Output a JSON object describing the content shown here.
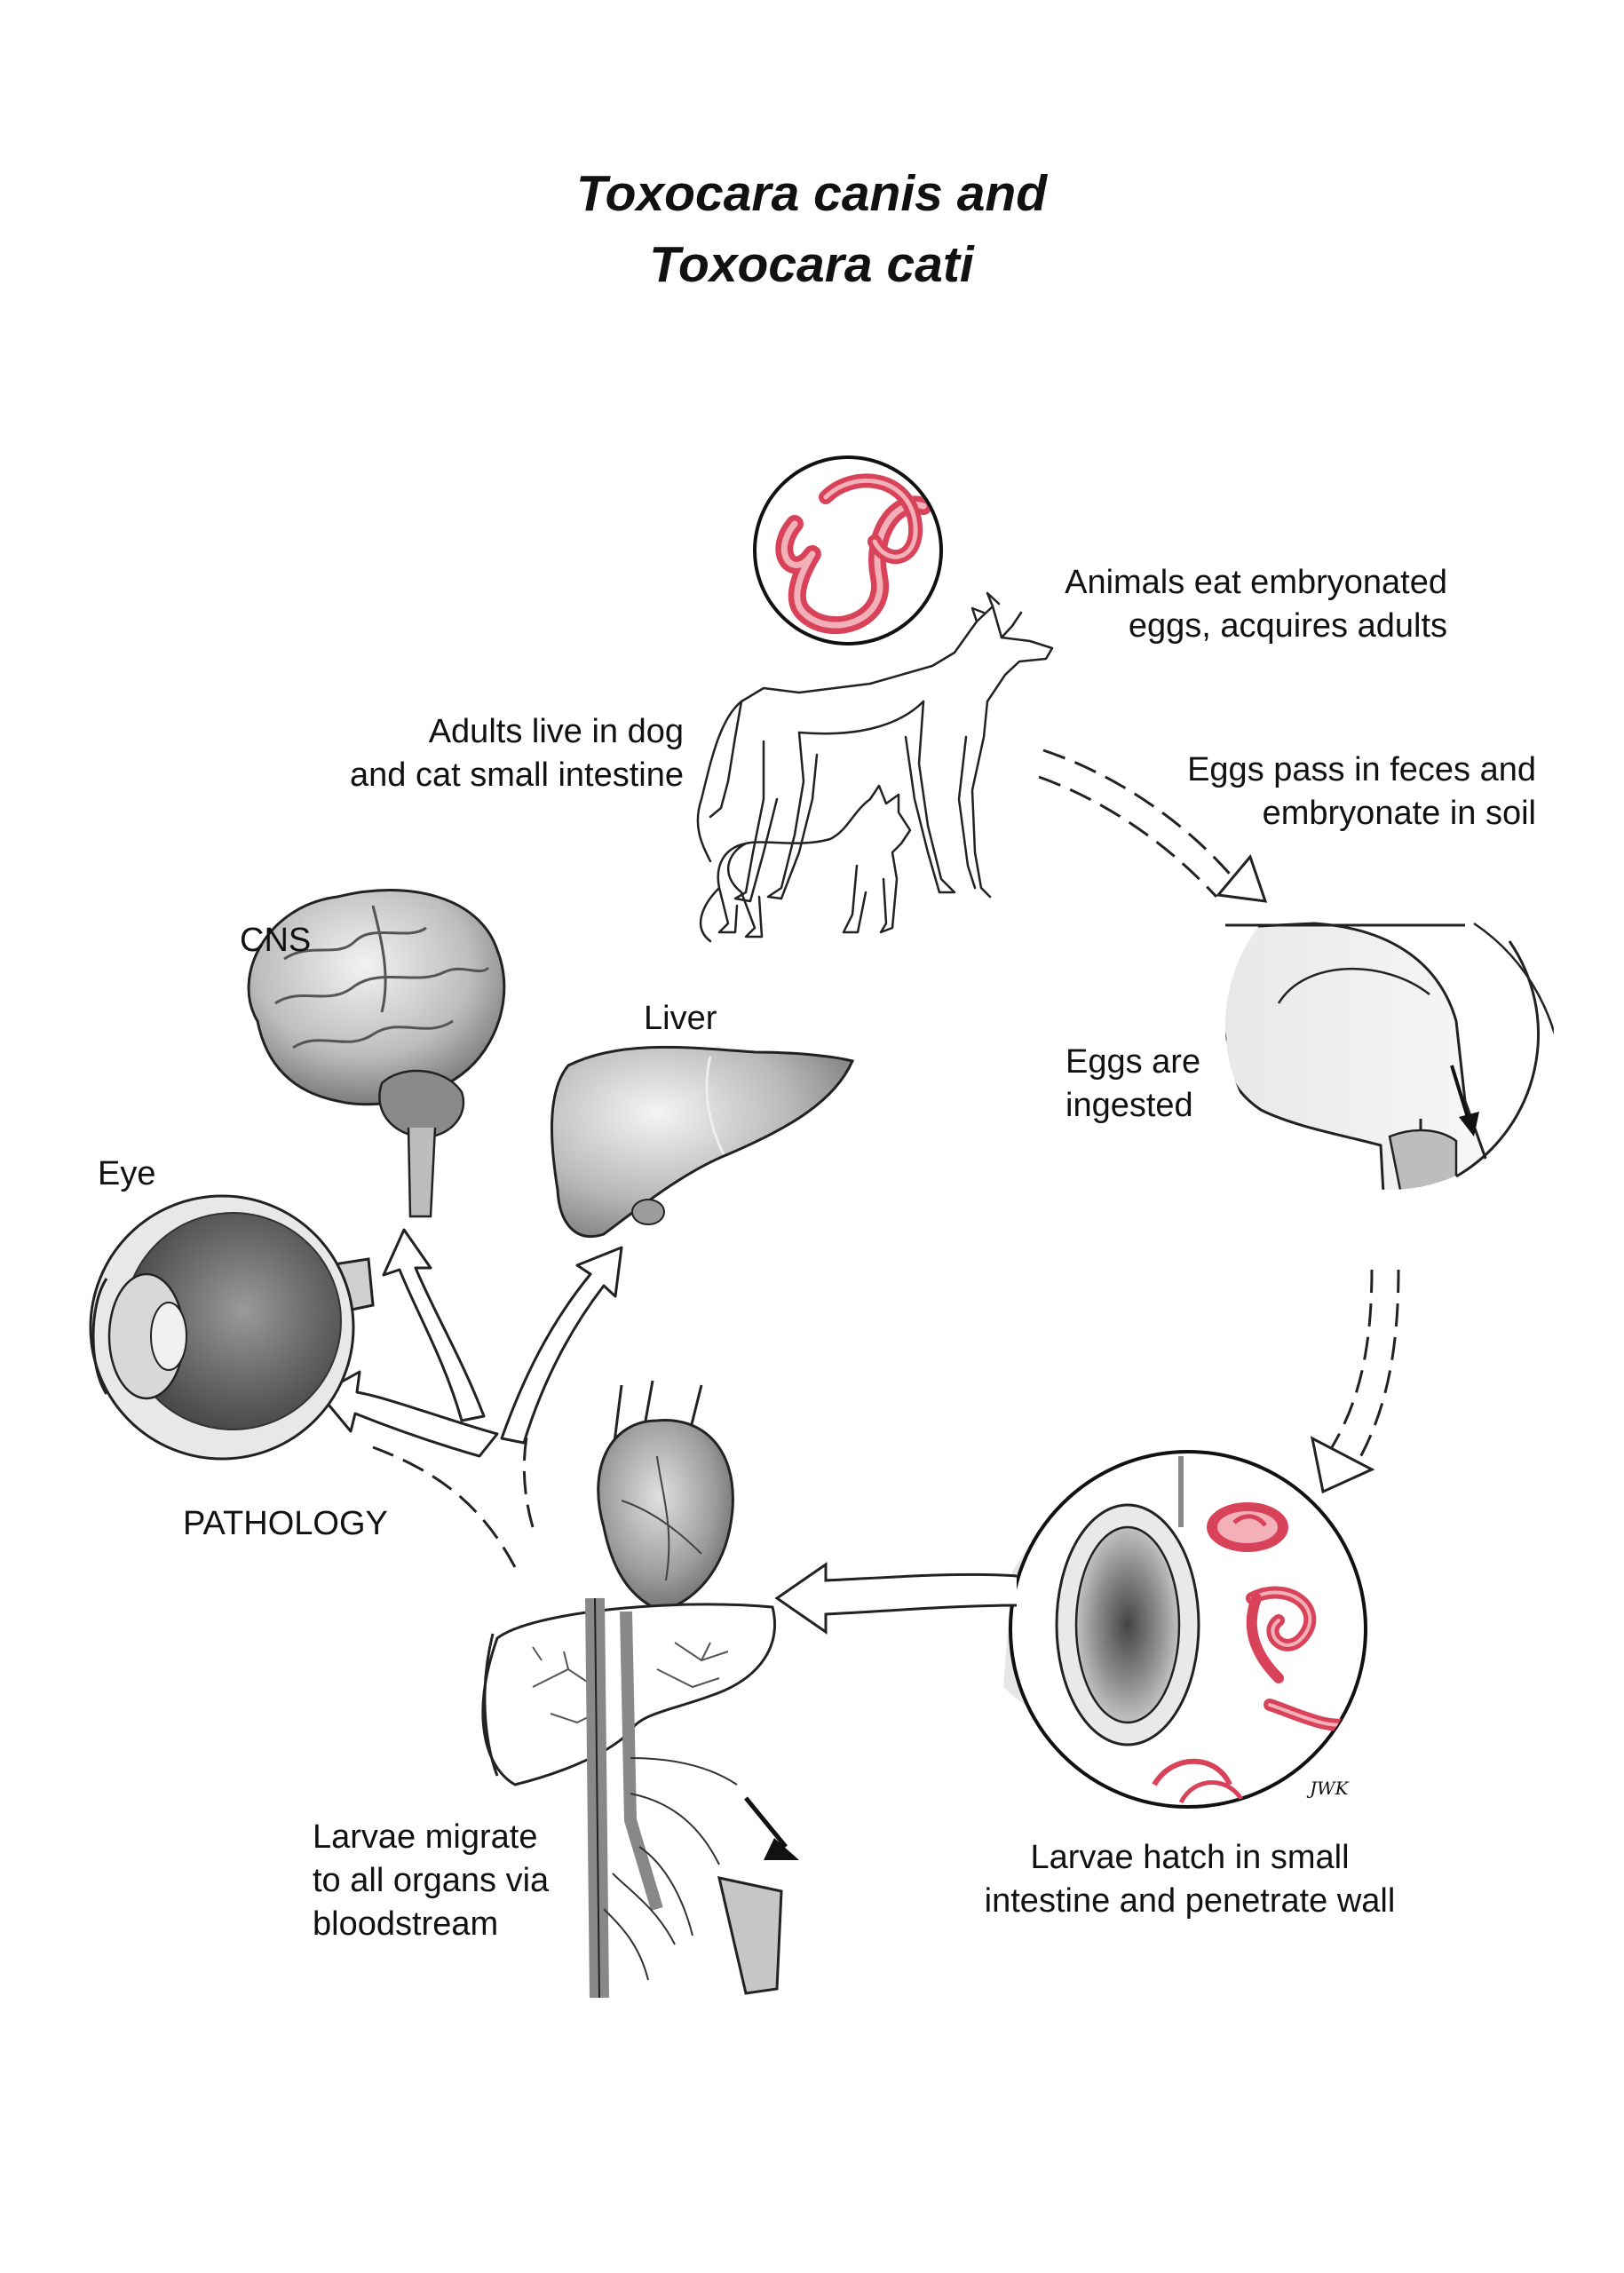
{
  "title": {
    "line1": "Toxocara canis and",
    "line2": "Toxocara cati"
  },
  "labels": {
    "animals_eat": {
      "line1": "Animals eat embryonated",
      "line2": "eggs, acquires adults"
    },
    "adults_live": {
      "line1": "Adults live in dog",
      "line2": "and cat small intestine"
    },
    "eggs_pass": {
      "line1": "Eggs pass in feces and",
      "line2": "embryonate in soil"
    },
    "eggs_ingested": {
      "line1": "Eggs are",
      "line2": "ingested"
    },
    "larvae_hatch": {
      "line1": "Larvae hatch in small",
      "line2": "intestine and penetrate wall"
    },
    "larvae_migrate": {
      "line1": "Larvae migrate",
      "line2": "to all organs via",
      "line3": "bloodstream"
    },
    "cns": "CNS",
    "liver": "Liver",
    "eye": "Eye",
    "pathology": "PATHOLOGY"
  },
  "signature": "JWK",
  "colors": {
    "worm": "#d9435a",
    "worm_light": "#f3b0b8",
    "organ_gray": "#9a9a9a",
    "line": "#222222"
  }
}
